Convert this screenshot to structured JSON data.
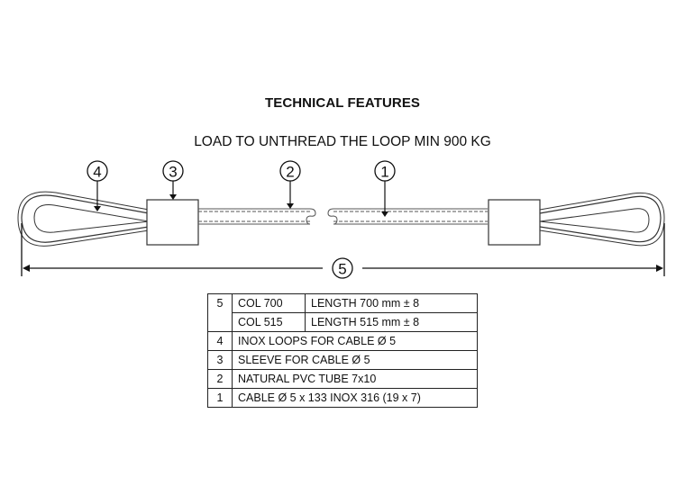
{
  "title": "TECHNICAL FEATURES",
  "subtitle": "LOAD TO UNTHREAD THE LOOP MIN 900 KG",
  "callouts": {
    "c1": "1",
    "c2": "2",
    "c3": "3",
    "c4": "4",
    "c5": "5"
  },
  "spec_table": {
    "rows": [
      {
        "num": "5",
        "code": "COL 700",
        "desc": "LENGTH 700 mm ± 8"
      },
      {
        "num": "",
        "code": "COL 515",
        "desc": "LENGTH 515 mm ± 8"
      },
      {
        "num": "4",
        "text": "INOX LOOPS FOR CABLE Ø 5"
      },
      {
        "num": "3",
        "text": "SLEEVE FOR CABLE Ø 5"
      },
      {
        "num": "2",
        "text": "NATURAL PVC TUBE 7x10"
      },
      {
        "num": "1",
        "text": "CABLE Ø 5 x 133 INOX 316 (19 x 7)"
      }
    ]
  }
}
